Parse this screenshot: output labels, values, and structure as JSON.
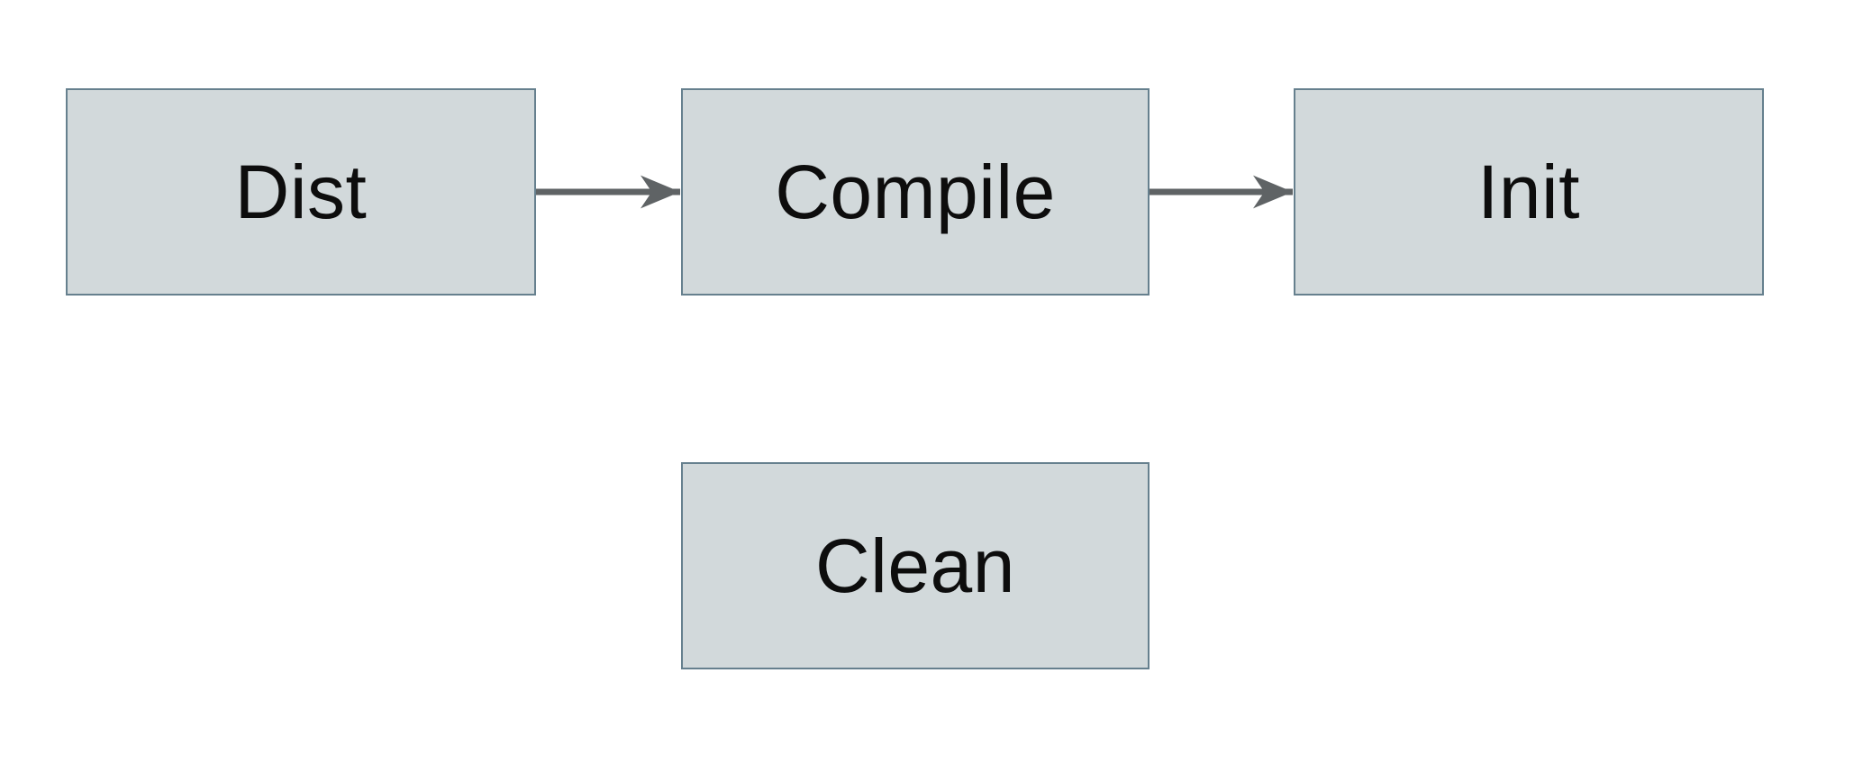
{
  "diagram": {
    "type": "flowchart",
    "background_color": "#ffffff",
    "node_fill_color": "#d2d9db",
    "node_border_color": "#66808e",
    "arrow_color": "#5f6365",
    "text_color": "#0d0d0d",
    "nodes": [
      {
        "id": "dist",
        "label": "Dist"
      },
      {
        "id": "compile",
        "label": "Compile"
      },
      {
        "id": "init",
        "label": "Init"
      },
      {
        "id": "clean",
        "label": "Clean"
      }
    ],
    "edges": [
      {
        "from": "Dist",
        "to": "Compile",
        "direction": "right"
      },
      {
        "from": "Compile",
        "to": "Init",
        "direction": "right"
      }
    ]
  }
}
